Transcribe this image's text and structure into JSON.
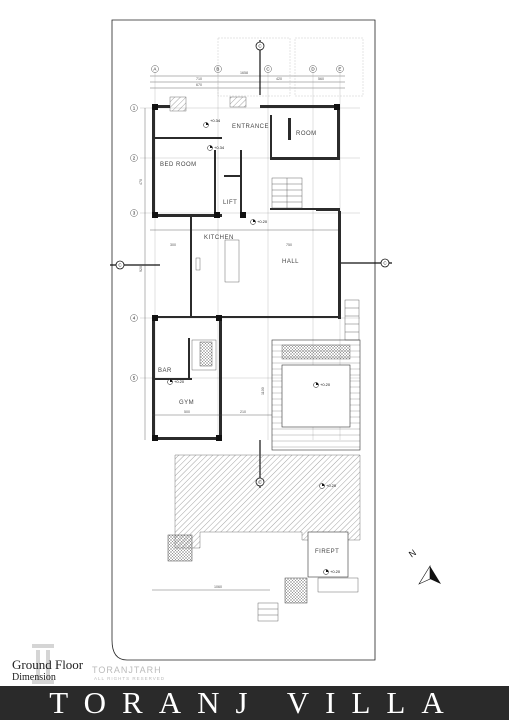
{
  "rooms": {
    "entrance": "ENTRANCE",
    "room": "ROOM",
    "bedroom": "BED ROOM",
    "lift": "LIFT",
    "kitchen": "KITCHEN",
    "hall": "HALL",
    "bar": "BAR",
    "gym": "GYM",
    "fireplace": "FIREPT"
  },
  "levels": {
    "entrance": "+0.34",
    "bedroom": "+0.34",
    "hall": "+0.20",
    "gym": "+0.20",
    "terrace": "+0.20",
    "yard": "+0.20",
    "fireplace": "+0.20"
  },
  "grid": {
    "cols": [
      "A",
      "B",
      "C",
      "D",
      "E"
    ],
    "rows": [
      "1",
      "2",
      "3",
      "4",
      "5"
    ],
    "section_mark": "C"
  },
  "dims": {
    "top_total": "1658",
    "top_a": "710",
    "top_b": "670",
    "top_c": "420",
    "top_d": "560",
    "mid_1": "300",
    "mid_2": "750",
    "bottom_1": "500",
    "bottom_2": "210",
    "bottom_3": "1060",
    "side_1": "470",
    "side_2": "920",
    "side_3": "1100"
  },
  "north": "N",
  "caption": {
    "line1": "Ground Floor",
    "line2": "Dimension"
  },
  "brand": {
    "line1": "TORANJTARH",
    "line2": "ALL RIGHTS RESERVED"
  },
  "title": "TORANJ VILLA"
}
